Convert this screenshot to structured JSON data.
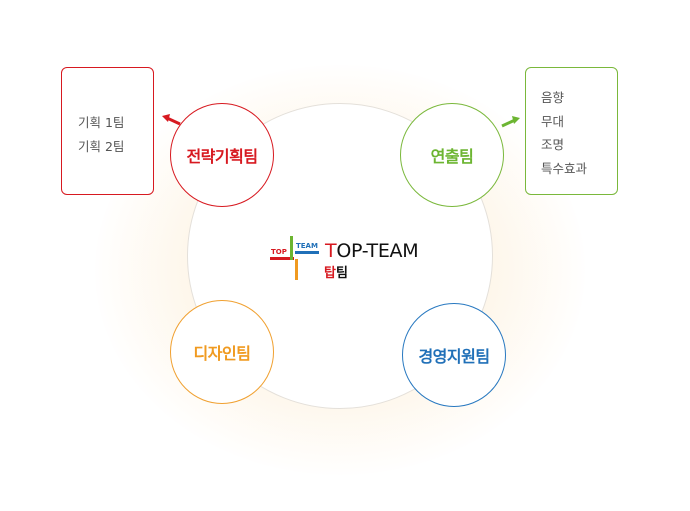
{
  "logo": {
    "name_en_first": "T",
    "name_en_rest": "OP-TEAM",
    "name_ko_first": "탑",
    "name_ko_rest": "팀",
    "mark_top": "TOP",
    "mark_team": "TEAM"
  },
  "teams": {
    "strategy": {
      "label": "전략기획팀",
      "subteams": [
        "기획 1팀",
        "기획 2팀"
      ],
      "color": "#d71920"
    },
    "directing": {
      "label": "연출팀",
      "subteams": [
        "음향",
        "무대",
        "조명",
        "특수효과"
      ],
      "color": "#6cb531"
    },
    "design": {
      "label": "디자인팀",
      "color": "#f09a20"
    },
    "support": {
      "label": "경영지원팀",
      "color": "#2070b8"
    }
  }
}
